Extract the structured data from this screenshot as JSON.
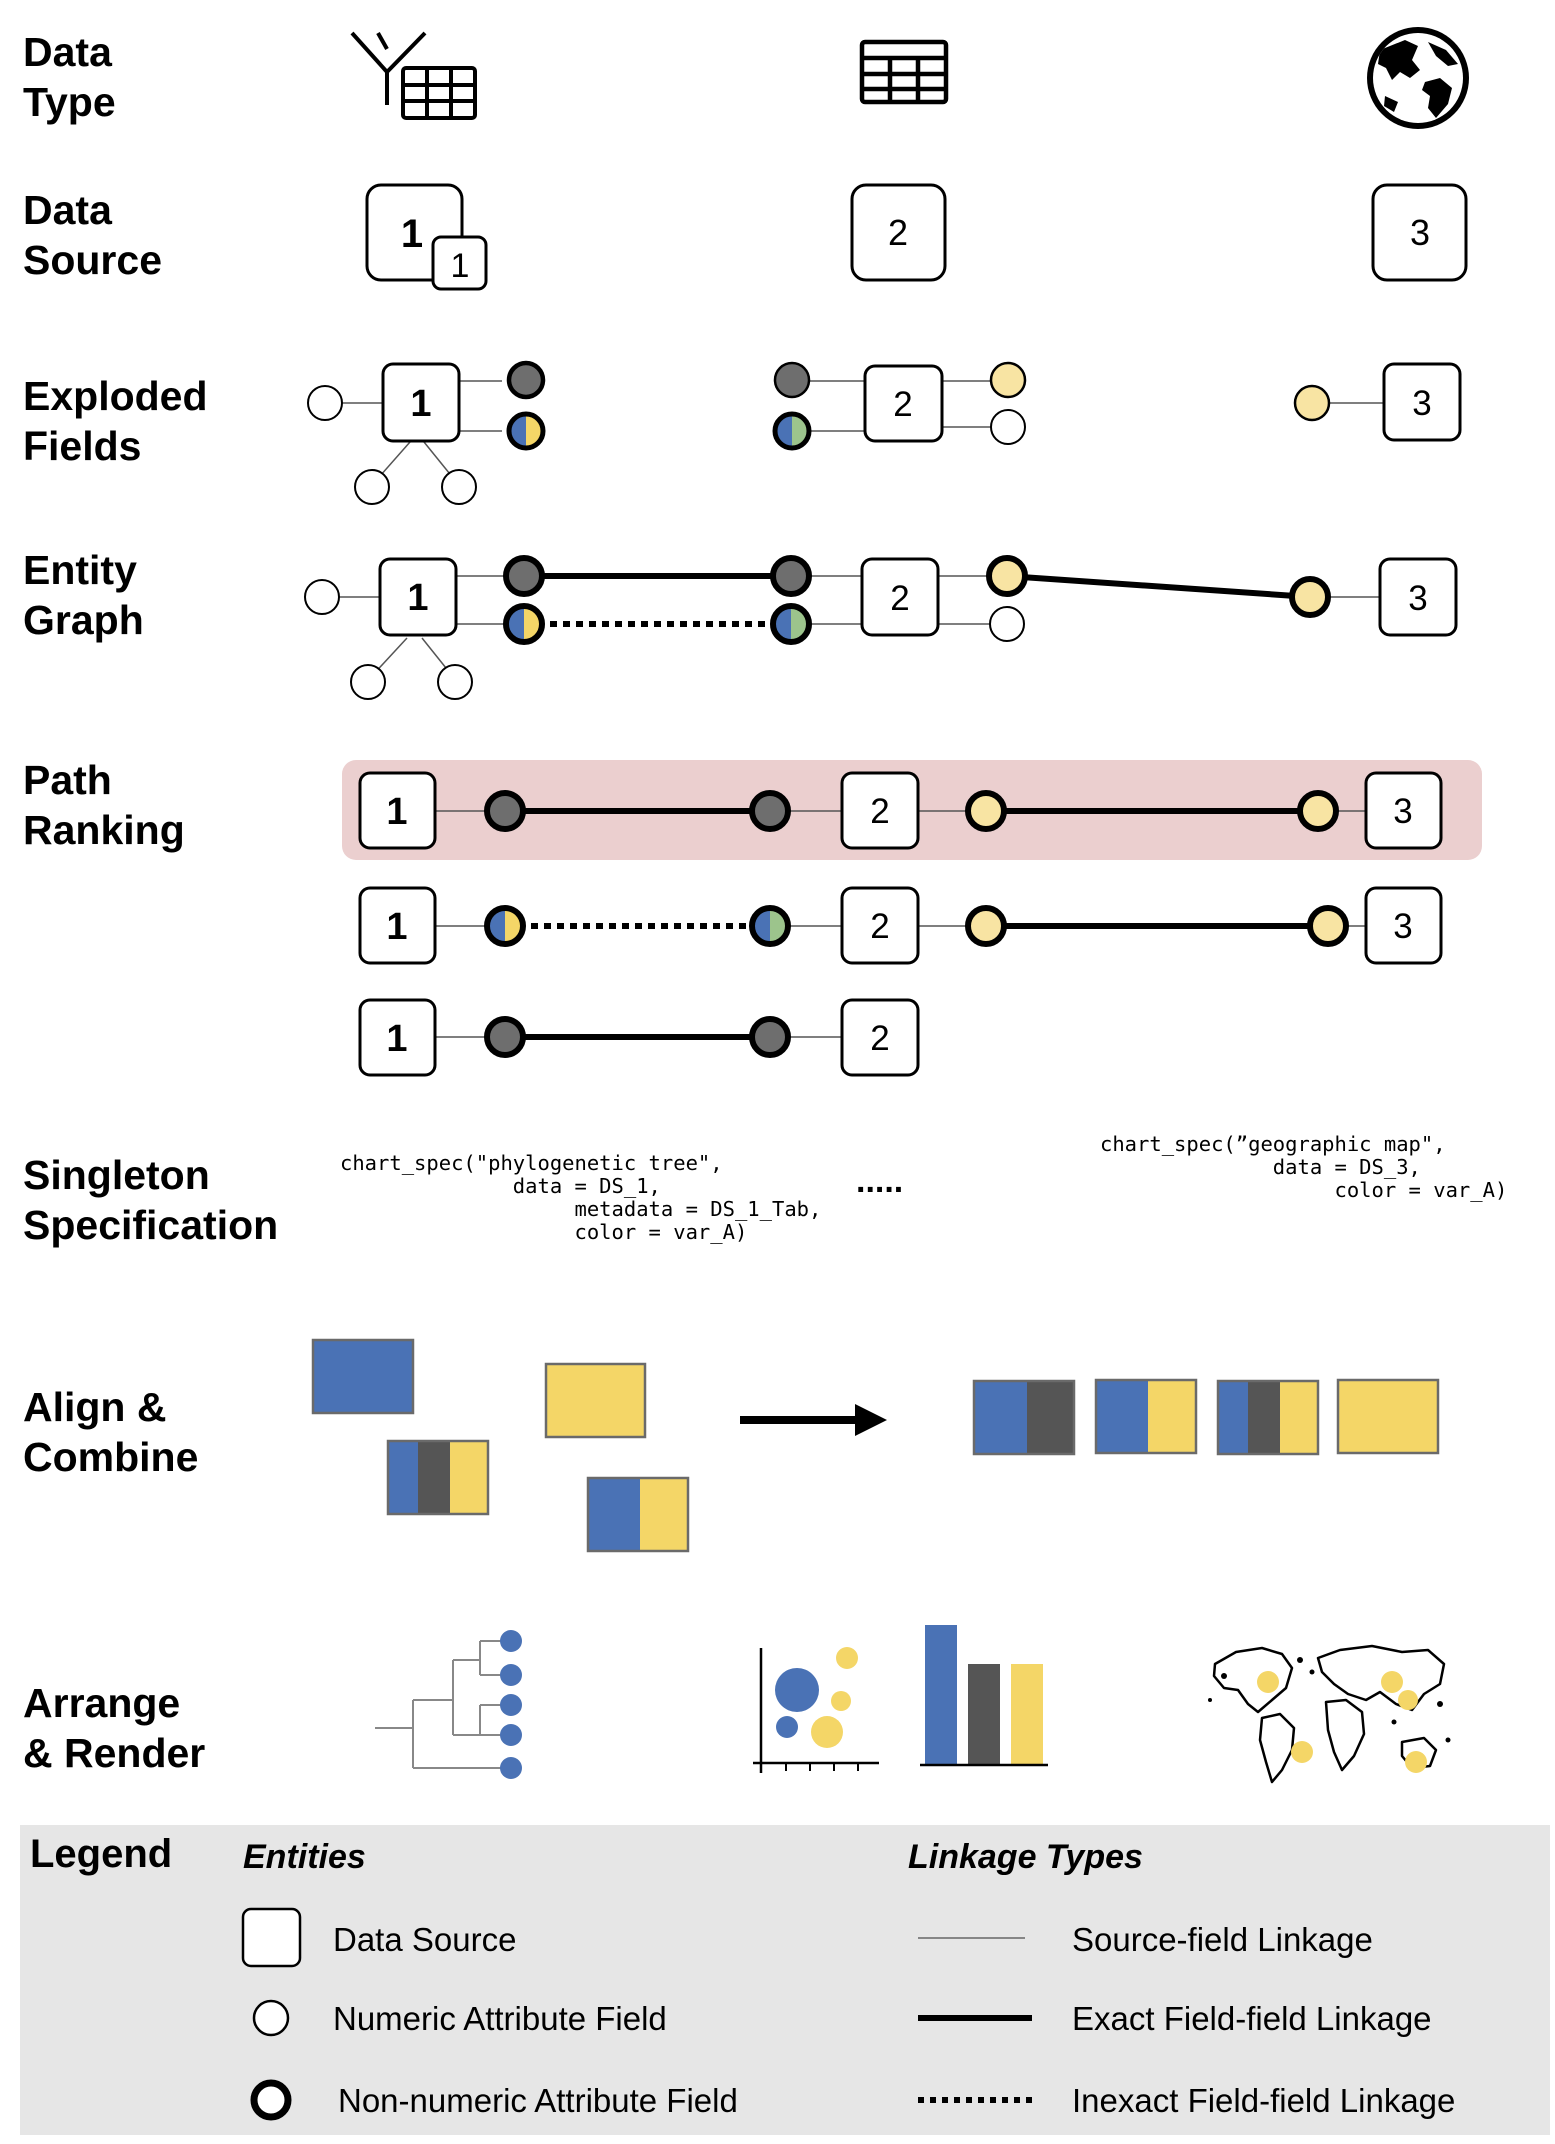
{
  "row_labels": [
    {
      "line1": "Data",
      "line2": "Type"
    },
    {
      "line1": "Data",
      "line2": "Source"
    },
    {
      "line1": "Exploded",
      "line2": "Fields"
    },
    {
      "line1": "Entity",
      "line2": "Graph"
    },
    {
      "line1": "Path",
      "line2": "Ranking"
    },
    {
      "line1": "Singleton",
      "line2": "Specification"
    },
    {
      "line1": "Align &",
      "line2": "Combine"
    },
    {
      "line1": "Arrange",
      "line2": "& Render"
    }
  ],
  "data_types": [
    "tree-table-icon",
    "table-icon",
    "globe-icon"
  ],
  "data_sources": {
    "ds1": "1",
    "ds1_sub": "1",
    "ds2": "2",
    "ds3": "3"
  },
  "specifications": {
    "left": "chart_spec(\"phylogenetic tree\",\n              data = DS_1,\n                   metadata = DS_1_Tab,\n                   color = var_A)",
    "ellipsis": ".....",
    "right": "chart_spec(”geographic map\",\n              data = DS_3,\n                   color = var_A)"
  },
  "legend": {
    "title": "Legend",
    "entities_heading": "Entities",
    "linkage_heading": "Linkage Types",
    "entities": [
      {
        "label": "Data Source",
        "icon": "data-source-square"
      },
      {
        "label": "Numeric Attribute Field",
        "icon": "thin-circle"
      },
      {
        "label": "Non-numeric Attribute Field",
        "icon": "thick-circle"
      }
    ],
    "linkages": [
      {
        "label": "Source-field Linkage",
        "icon": "thin-line"
      },
      {
        "label": "Exact Field-field Linkage",
        "icon": "thick-line"
      },
      {
        "label": "Inexact Field-field Linkage",
        "icon": "dotted-line"
      }
    ]
  },
  "colors": {
    "blue": "#4a72b5",
    "yellow": "#f4d667",
    "gray": "#6e6e6e",
    "dark_gray": "#555555",
    "green": "#9cc48c",
    "highlight": "#ebcfcf",
    "legend_bg": "#e6e6e6"
  }
}
